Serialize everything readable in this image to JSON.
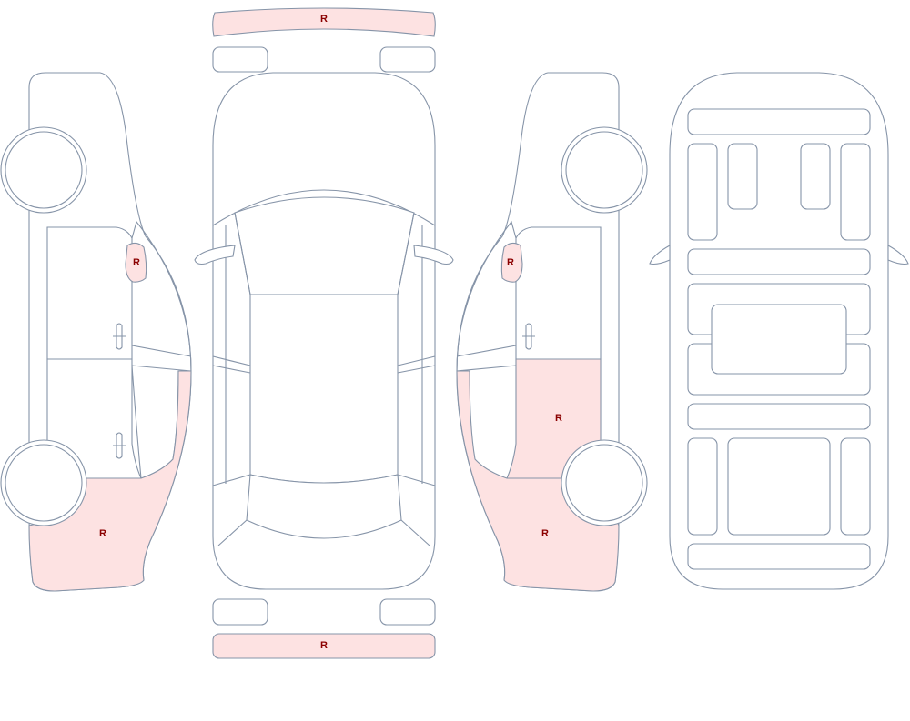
{
  "marks": {
    "front_bumper": "R",
    "rear_bumper": "R",
    "left_mirror": "R",
    "left_rear_quarter": "R",
    "right_mirror": "R",
    "right_rear_door": "R",
    "right_rear_quarter": "R"
  },
  "colors": {
    "outline": "#8694a8",
    "damage_fill": "#fde2e2",
    "damage_label": "#8b0000"
  }
}
